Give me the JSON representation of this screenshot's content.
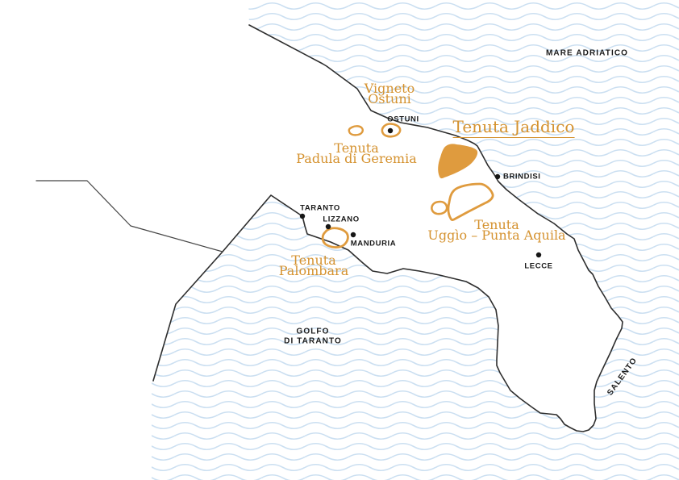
{
  "map": {
    "sea": {
      "adriatic": "MARE ADRIATICO",
      "gulf_line1": "GOLFO",
      "gulf_line2": "DI TARANTO",
      "salento": "SALENTO"
    },
    "cities": {
      "ostuni": "OSTUNI",
      "brindisi": "BRINDISI",
      "taranto": "TARANTO",
      "lizzano": "LIZZANO",
      "manduria": "MANDURIA",
      "lecce": "LECCE"
    },
    "estates": {
      "vigneto_ostuni": {
        "line1": "Vigneto",
        "line2": "Ostuni"
      },
      "jaddico": {
        "name": "Tenuta Jaddico"
      },
      "padula": {
        "line1": "Tenuta",
        "line2": "Padula di Geremia"
      },
      "uggio": {
        "line1": "Tenuta",
        "line2": "Uggìo – Punta Aquila"
      },
      "palombara": {
        "line1": "Tenuta",
        "line2": "Palombara"
      }
    },
    "colors": {
      "estate_orange": "#DF9B3E",
      "estate_text_orange": "#D5922F",
      "wave_blue": "#CBDFF1",
      "coastline": "#2E2E2E",
      "label_black": "#1A1A1A"
    }
  }
}
